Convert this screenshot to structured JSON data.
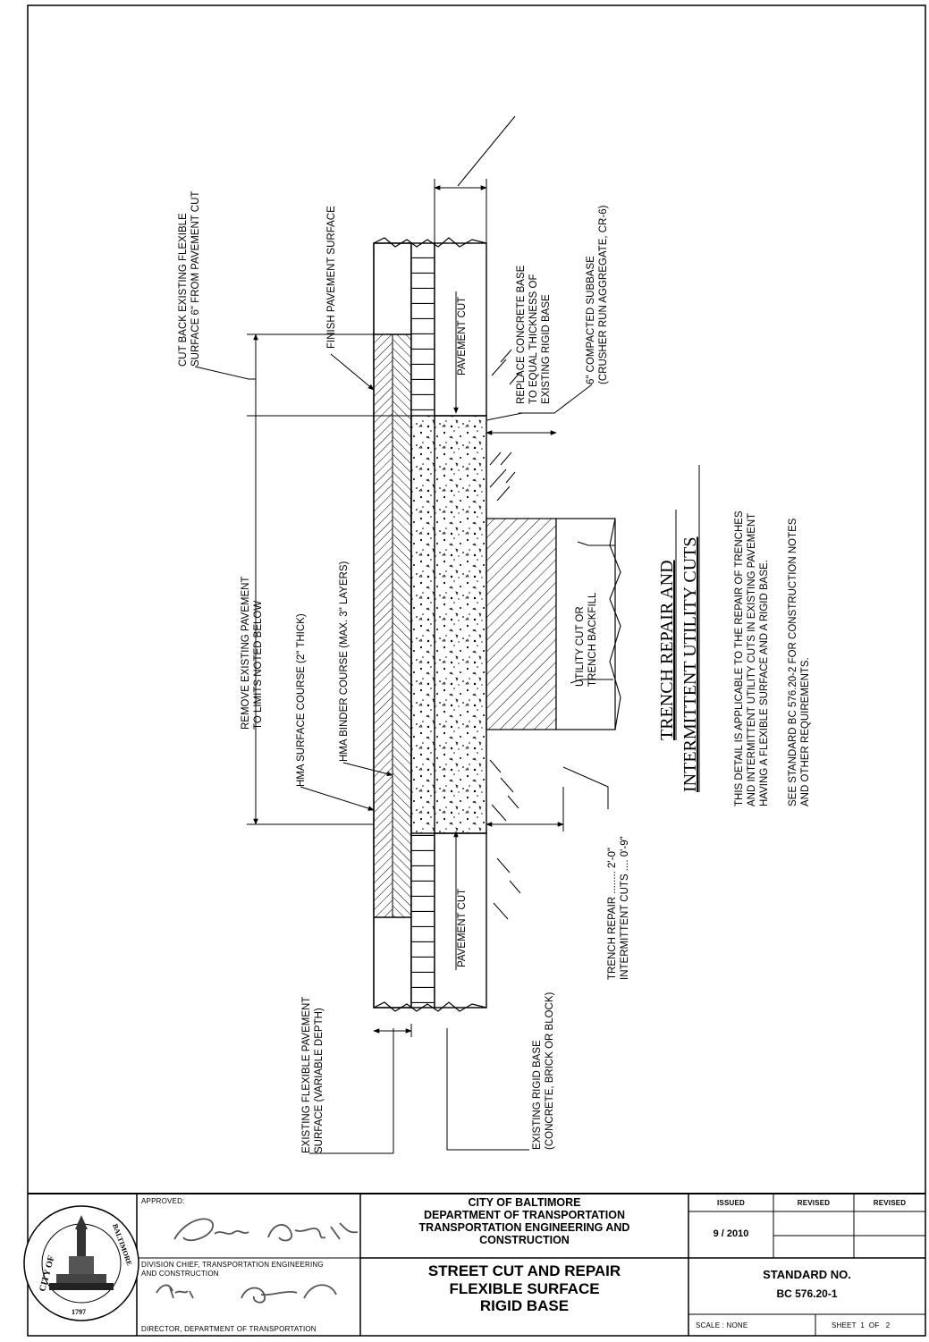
{
  "drawing": {
    "callouts": {
      "cut_back_1": "CUT BACK EXISTING FLEXIBLE",
      "cut_back_2": "SURFACE 6\" FROM PAVEMENT CUT",
      "finish_surface": "FINISH PAVEMENT SURFACE",
      "replace_concrete_1": "REPLACE CONCRETE BASE",
      "replace_concrete_2": "TO EQUAL THICKNESS OF",
      "replace_concrete_3": "EXISTING RIGID BASE",
      "subbase_1": "6\" COMPACTED SUBBASE",
      "subbase_2": "(CRUSHER RUN AGGREGATE, CR-6)",
      "remove_pavement_1": "REMOVE EXISTING PAVEMENT",
      "remove_pavement_2": "TO LIMITS NOTED BELOW",
      "hma_surface": "HMA SURFACE COURSE (2\" THICK)",
      "hma_binder": "HMA BINDER COURSE (MAX. 3\" LAYERS)",
      "pavement_cut_top": "PAVEMENT CUT",
      "pavement_cut_bottom": "PAVEMENT CUT",
      "utility_cut_1": "UTILITY CUT OR",
      "utility_cut_2": "TRENCH BACKFILL",
      "existing_flexible_1": "EXISTING FLEXIBLE PAVEMENT",
      "existing_flexible_2": "SURFACE (VARIABLE DEPTH)",
      "existing_rigid_1": "EXISTING RIGID BASE",
      "existing_rigid_2": "(CONCRETE, BRICK OR BLOCK)",
      "trench_repair_dim": "TRENCH REPAIR ........ 2'-0\"",
      "intermittent_dim": "INTERMITTENT CUTS .... 0'-9\""
    },
    "heading_1": "TRENCH REPAIR AND",
    "heading_2": "INTERMITTENT UTILITY CUTS",
    "note_1a": "THIS DETAIL IS APPLICABLE TO THE REPAIR OF TRENCHES",
    "note_1b": "AND INTERMITTENT UTILITY CUTS IN EXISTING PAVEMENT",
    "note_1c": "HAVING A FLEXIBLE SURFACE AND A RIGID BASE.",
    "note_2a": "SEE STANDARD BC 576.20-2 FOR CONSTRUCTION NOTES",
    "note_2b": "AND OTHER REQUIREMENTS."
  },
  "title_block": {
    "seal_text_left": "CITY OF",
    "seal_text_right": "BALTIMORE",
    "seal_year": "1797",
    "approved_label": "APPROVED:",
    "division_chief_1": "DIVISION CHIEF, TRANSPORTATION ENGINEERING",
    "division_chief_2": "AND CONSTRUCTION",
    "director_label": "DIRECTOR, DEPARTMENT OF TRANSPORTATION",
    "agency_1": "CITY OF BALTIMORE",
    "agency_2": "DEPARTMENT OF TRANSPORTATION",
    "agency_3": "TRANSPORTATION ENGINEERING AND",
    "agency_4": "CONSTRUCTION",
    "title_1": "STREET CUT AND REPAIR",
    "title_2": "FLEXIBLE SURFACE",
    "title_3": "RIGID BASE",
    "issued_label": "ISSUED",
    "revised_label_1": "REVISED",
    "revised_label_2": "REVISED",
    "issued_date": "9 / 2010",
    "standard_label": "STANDARD NO.",
    "standard_no": "BC 576.20-1",
    "scale_label": "SCALE : NONE",
    "sheet_label": "SHEET",
    "sheet_no": "1",
    "sheet_of": "OF",
    "sheet_total": "2"
  }
}
